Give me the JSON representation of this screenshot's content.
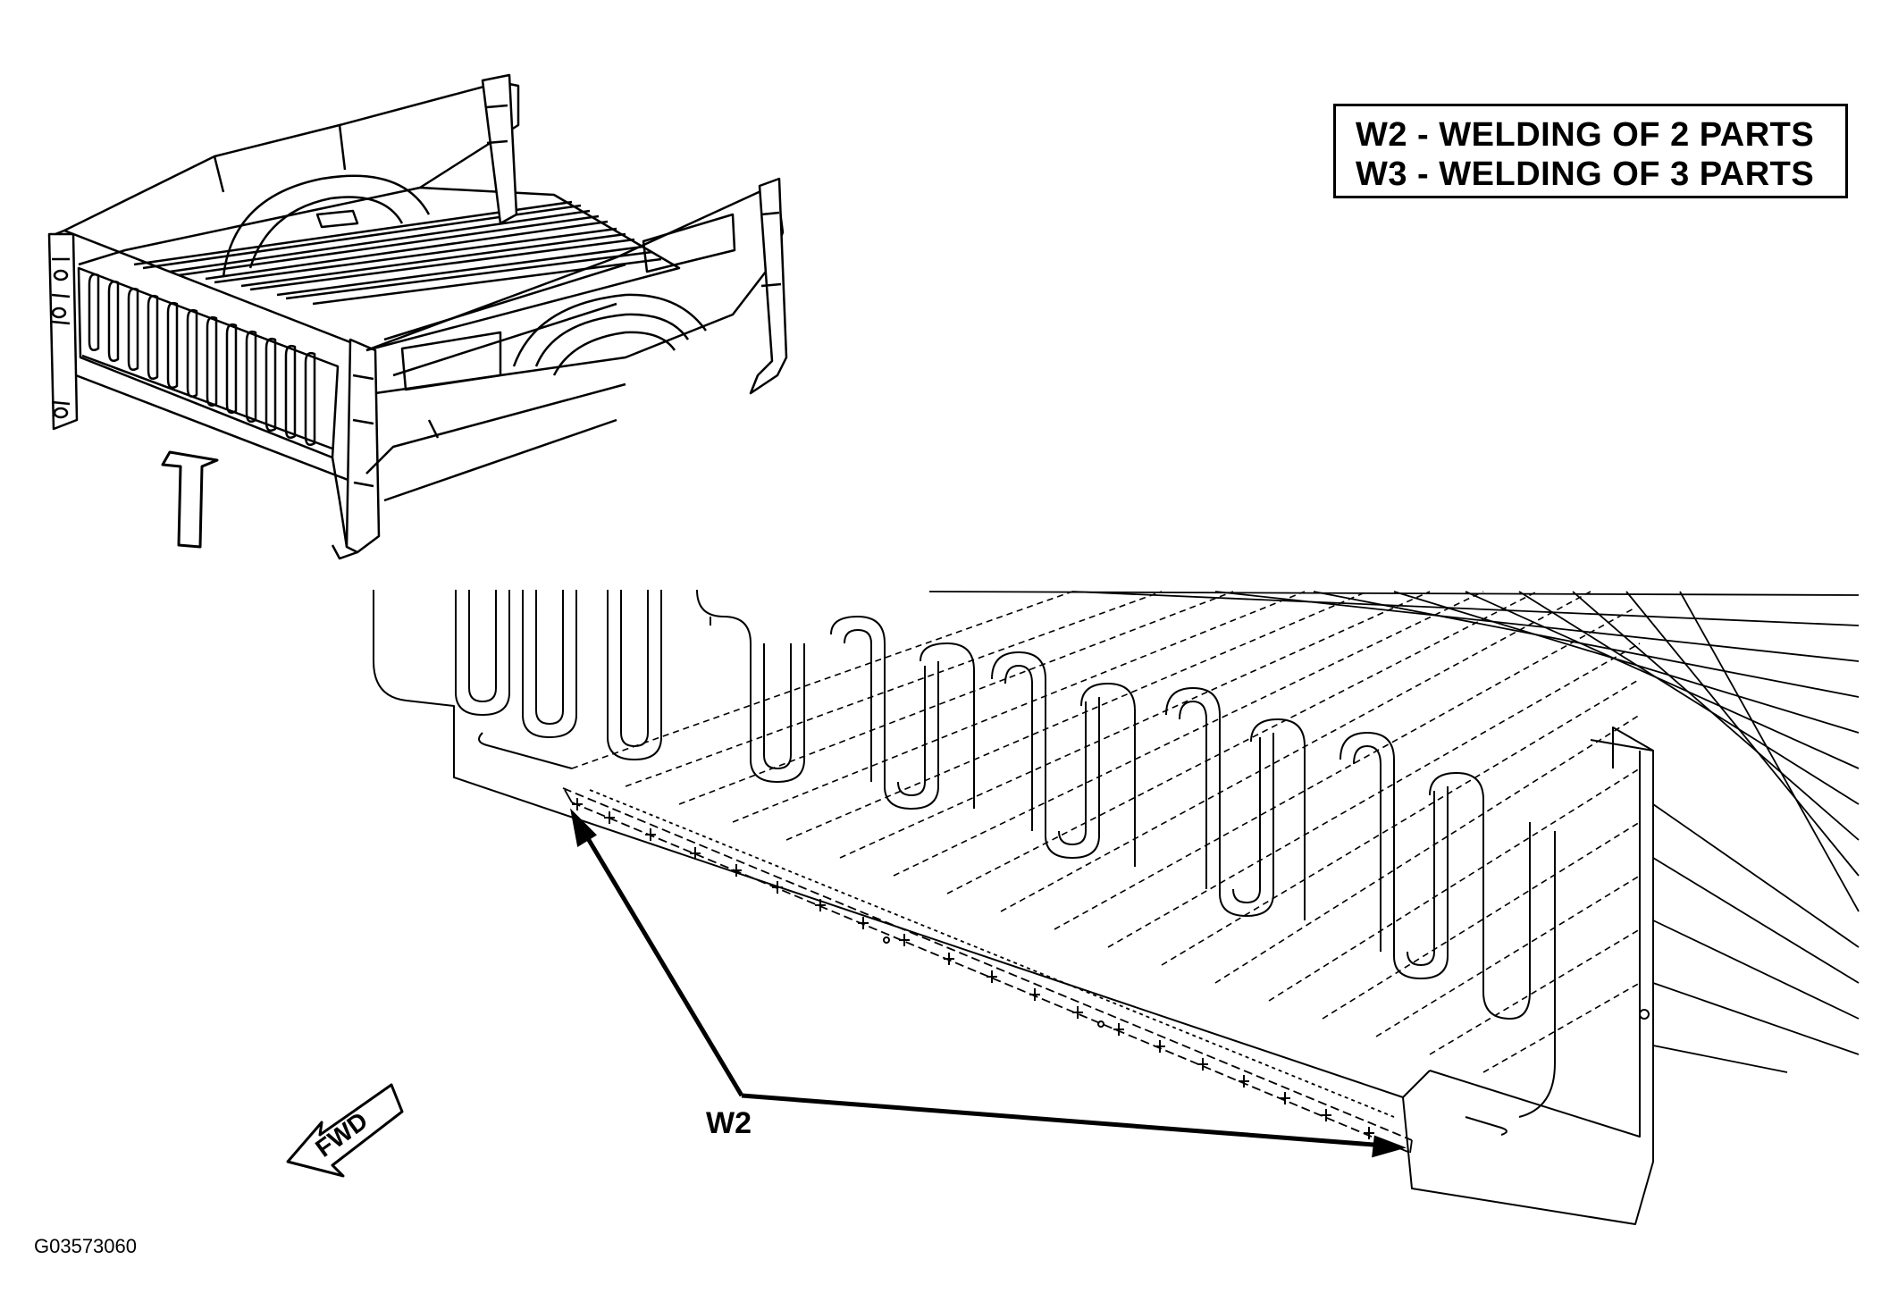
{
  "legend": {
    "line1": "W2 - WELDING OF 2 PARTS",
    "line2": "W3 - WELDING OF 3 PARTS"
  },
  "callout_label": "W2",
  "direction_label": "FWD",
  "figure_id": "G03573060",
  "icons": [
    "view-direction-arrow-icon",
    "forward-direction-arrow-icon"
  ]
}
